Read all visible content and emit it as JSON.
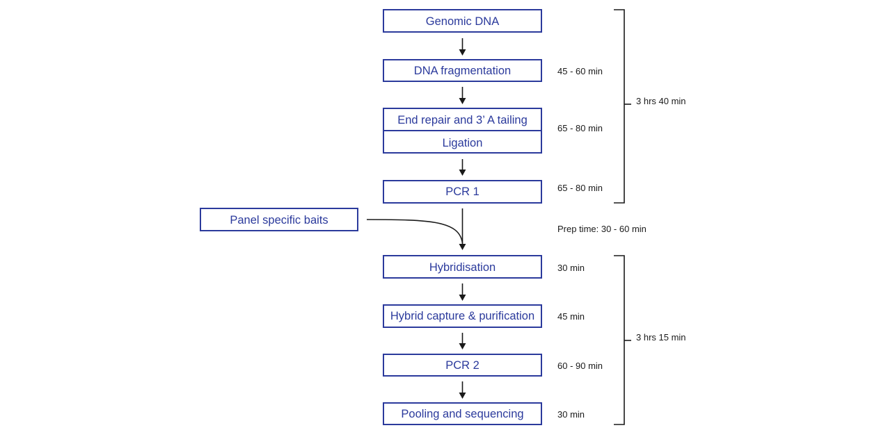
{
  "steps": {
    "genomic_dna": "Genomic DNA",
    "fragmentation": "DNA fragmentation",
    "end_repair": "End repair and 3’ A tailing",
    "ligation": "Ligation",
    "pcr1": "PCR 1",
    "panel_baits": "Panel specific baits",
    "hybridisation": "Hybridisation",
    "hybrid_capture": "Hybrid capture & purification",
    "pcr2": "PCR 2",
    "pooling": "Pooling and sequencing"
  },
  "times": {
    "fragmentation": "45 - 60 min",
    "end_repair_ligation": "65 - 80 min",
    "pcr1": "65 - 80 min",
    "prep_time": "Prep time: 30 - 60 min",
    "hybridisation": "30 min",
    "hybrid_capture": "45 min",
    "pcr2": "60 - 90 min",
    "pooling": "30 min"
  },
  "totals": {
    "upper": "3 hrs 40 min",
    "lower": "3 hrs 15 min"
  },
  "colors": {
    "box_border": "#2b3a9c",
    "box_text": "#2b3a9c",
    "arrow": "#1a1a1a",
    "time_text": "#1a1a1a"
  }
}
